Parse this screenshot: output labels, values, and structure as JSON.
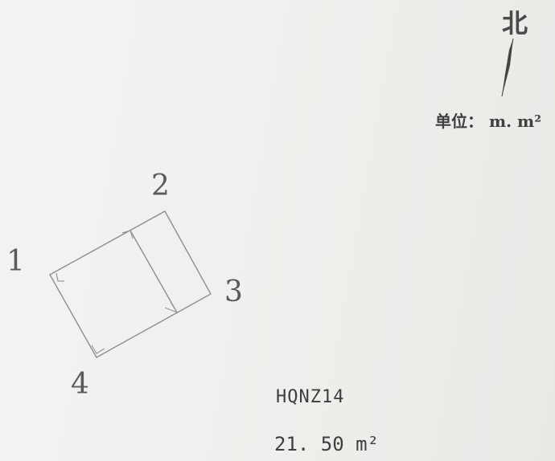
{
  "compass": {
    "north_label": "北",
    "arrow_icon": "north-arrow-icon"
  },
  "unit": {
    "text": "单位： m. m²"
  },
  "vertices": [
    {
      "label": "1"
    },
    {
      "label": "2"
    },
    {
      "label": "3"
    },
    {
      "label": "4"
    }
  ],
  "parcel": {
    "id": "HQNZ14",
    "area": "21. 50 m²"
  },
  "colors": {
    "line": "#8a8a8a",
    "text": "#3e3e3e"
  }
}
